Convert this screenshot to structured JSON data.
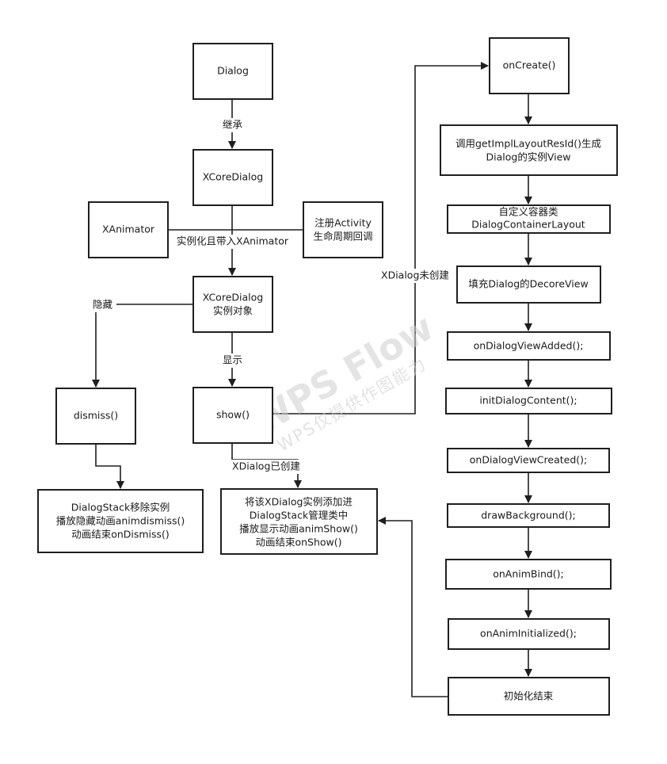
{
  "nodes": {
    "dialog": "Dialog",
    "xcoredialog": "XCoreDialog",
    "xanimator": "XAnimator",
    "register_activity": [
      "注册Activity",
      "生命周期回调"
    ],
    "xcoredialog_instance": [
      "XCoreDialog",
      "实例对象"
    ],
    "dismiss": "dismiss()",
    "show": "show()",
    "dialogstack_remove": [
      "DialogStack移除实例",
      "播放隐藏动画animdismiss()",
      "动画结束onDismiss()"
    ],
    "dialogstack_add": [
      "将该XDialog实例添加进",
      "DialogStack管理类中",
      "播放显示动画animShow()",
      "动画结束onShow()"
    ],
    "oncreate": "onCreate()",
    "get_impl_layout": [
      "调用getImplLayoutResId()生成",
      "Dialog的实例View"
    ],
    "container_layout": [
      "自定义容器类",
      "DialogContainerLayout"
    ],
    "decore_view": "填充Dialog的DecoreView",
    "on_dialog_view_added": "onDialogViewAdded();",
    "init_dialog_content": "initDialogContent();",
    "on_dialog_view_created": "onDialogViewCreated();",
    "draw_background": "drawBackground();",
    "on_anim_bind": "onAnimBind();",
    "on_anim_initialized": "onAnimInitialized();",
    "init_end": "初始化结束"
  },
  "edge_labels": {
    "inherit": "继承",
    "instantiate_with_xanimator": "实例化且带入XAnimator",
    "hide": "隐藏",
    "display": "显示",
    "xdialog_not_created": "XDialog未创建",
    "xdialog_created": "XDialog已创建"
  },
  "watermark": {
    "title": "WPS Flow",
    "subtitle": "WPS仅提供作图能力"
  }
}
